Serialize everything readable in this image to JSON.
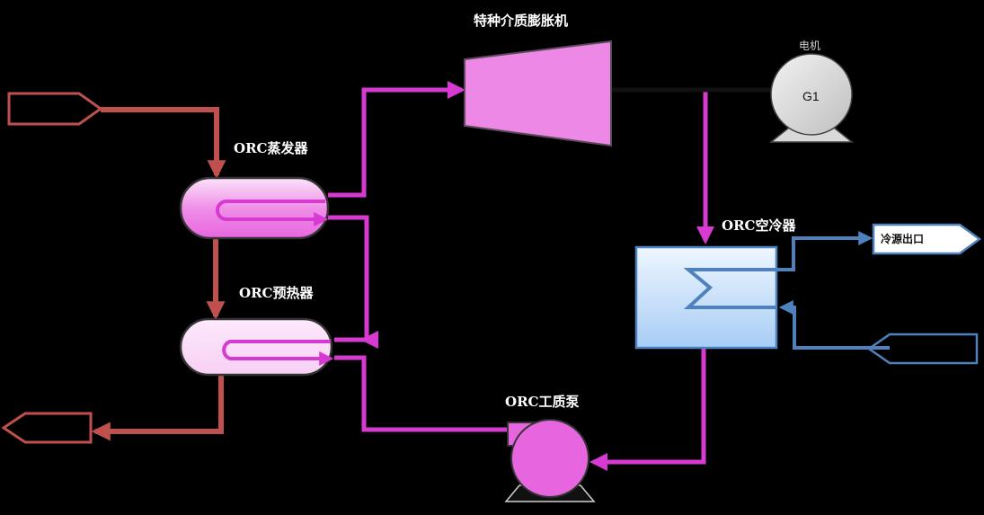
{
  "labels": {
    "turbine": "特种介质膨胀机",
    "motor": "电机",
    "generator": "G1",
    "evaporator": "ORC蒸发器",
    "preheater": "ORC预热器",
    "condenser": "ORC空冷器",
    "pump": "ORC工质泵",
    "cold_outlet": "冷源出口"
  },
  "colors": {
    "working_fluid": "#d63ad0",
    "heat_source": "#c0504d",
    "cold_source": "#4f81bd",
    "turbine_fill": "#ee88e6",
    "generator_fill": "#d9d9d9",
    "condenser_fill": "#dbeeff"
  }
}
